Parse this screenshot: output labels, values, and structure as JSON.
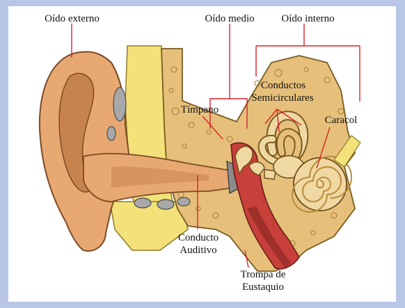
{
  "labels": {
    "outer_ear": "Oído externo",
    "middle_ear": "Oído medio",
    "inner_ear": "Oído interno",
    "semicircular_canals_1": "Conductos",
    "semicircular_canals_2": "Semicirculares",
    "eardrum": "Tímpano",
    "cochlea": "Caracol",
    "auditory_canal_1": "Conducto",
    "auditory_canal_2": "Auditivo",
    "eustachian_tube_1": "Trompa de",
    "eustachian_tube_2": "Eustaquio"
  },
  "colors": {
    "frame": "#b8c7e6",
    "background": "#ffffff",
    "skin": "#e8a872",
    "skin_dark": "#c7834e",
    "bone": "#e6c07a",
    "bone_dark": "#b88a3c",
    "fat": "#f3e27a",
    "cartilage": "#a8a8a8",
    "tube": "#c8403a",
    "leader_line": "#d7222a"
  }
}
